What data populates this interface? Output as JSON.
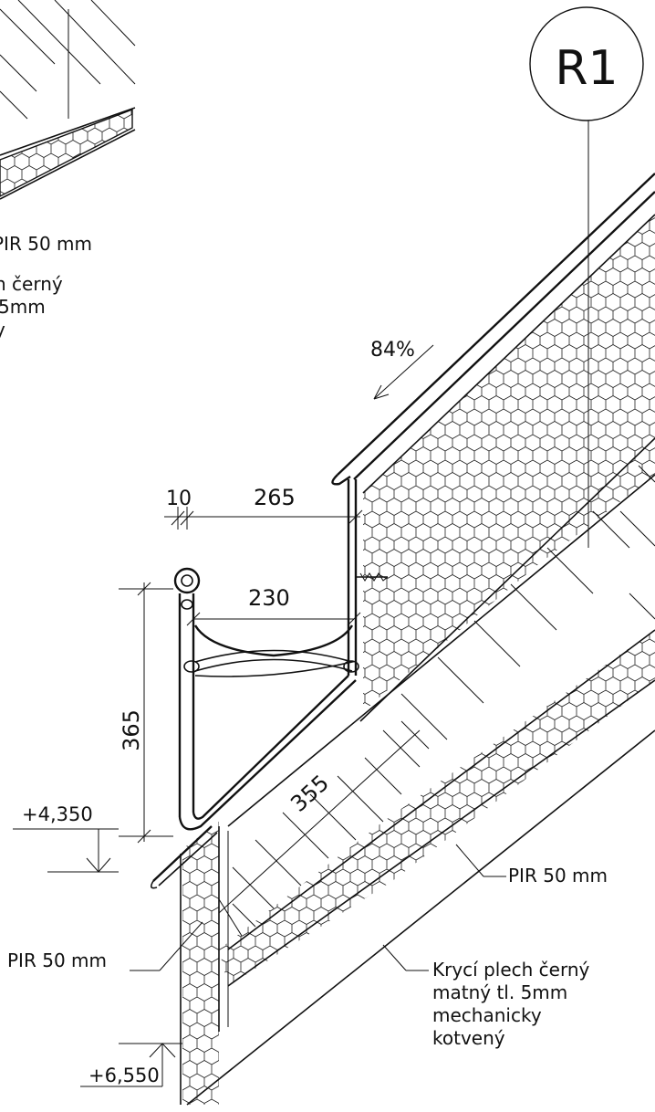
{
  "detail_tag": "R1",
  "slope": "84%",
  "dimensions": {
    "d10": "10",
    "d265": "265",
    "d230": "230",
    "d365": "365",
    "d355": "355"
  },
  "levels": {
    "upper": "+4,350",
    "lower": "+6,550"
  },
  "top_left_notes": {
    "pir": "PIR 50 mm",
    "sheet_line1": "n černý",
    "sheet_line2": "5mm",
    "sheet_line3": "y"
  },
  "labels": {
    "pir_right": "PIR 50 mm",
    "pir_left": "PIR 50 mm",
    "cover_line1": "Krycí plech černý",
    "cover_line2": "matný tl. 5mm",
    "cover_line3": "mechanicky",
    "cover_line4": "kotvený"
  },
  "colors": {
    "ink": "#111111",
    "background": "#ffffff"
  }
}
